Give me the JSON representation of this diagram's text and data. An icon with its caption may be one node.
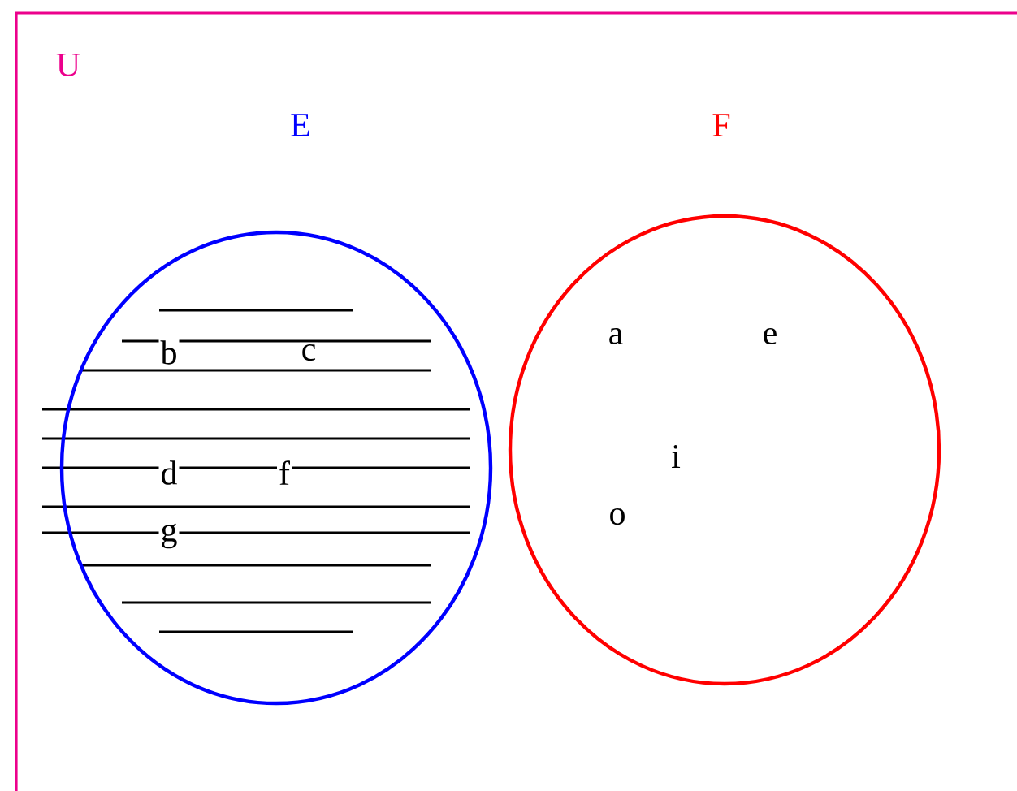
{
  "diagram": {
    "nodes": [
      {
        "text": [
          "U"
        ]
      },
      {
        "text": [
          "E",
          "b",
          "c",
          "d",
          "f",
          "g"
        ],
        "in": 0
      },
      {
        "text": [
          "F",
          "a",
          "e",
          "i",
          "o"
        ],
        "in": 0
      }
    ]
  }
}
